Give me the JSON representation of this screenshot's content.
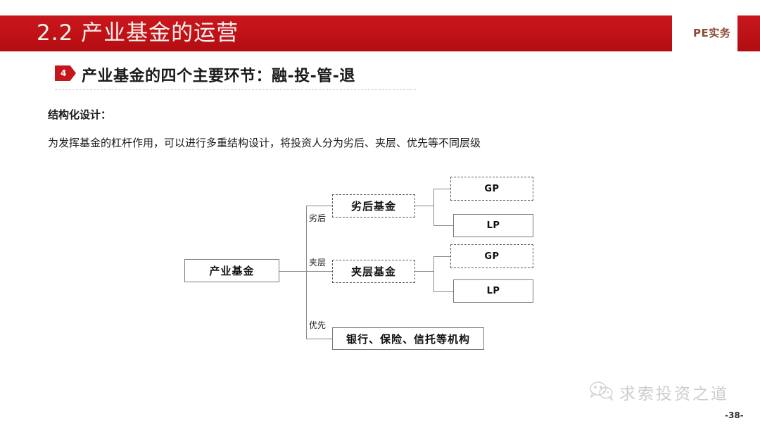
{
  "header": {
    "title": "2.2  产业基金的运营",
    "tag": "PE实务",
    "banner_color": "#c4161c"
  },
  "section": {
    "badge_number": "4",
    "title": "产业基金的四个主要环节：融-投-管-退"
  },
  "body": {
    "label": "结构化设计：",
    "paragraph": "为发挥基金的杠杆作用，可以进行多重结构设计，将投资人分为劣后、夹层、优先等不同层级"
  },
  "diagram": {
    "root": "产业基金",
    "branch_labels": {
      "junior": "劣后",
      "mezzanine": "夹层",
      "senior": "优先"
    },
    "nodes": {
      "junior_fund": "劣后基金",
      "mezzanine_fund": "夹层基金",
      "senior_institutions": "银行、保险、信托等机构",
      "junior_gp": "GP",
      "junior_lp": "LP",
      "mezzanine_gp": "GP",
      "mezzanine_lp": "LP"
    }
  },
  "footer": {
    "watermark_text": "求索投资之道",
    "page_number": "-38-"
  }
}
